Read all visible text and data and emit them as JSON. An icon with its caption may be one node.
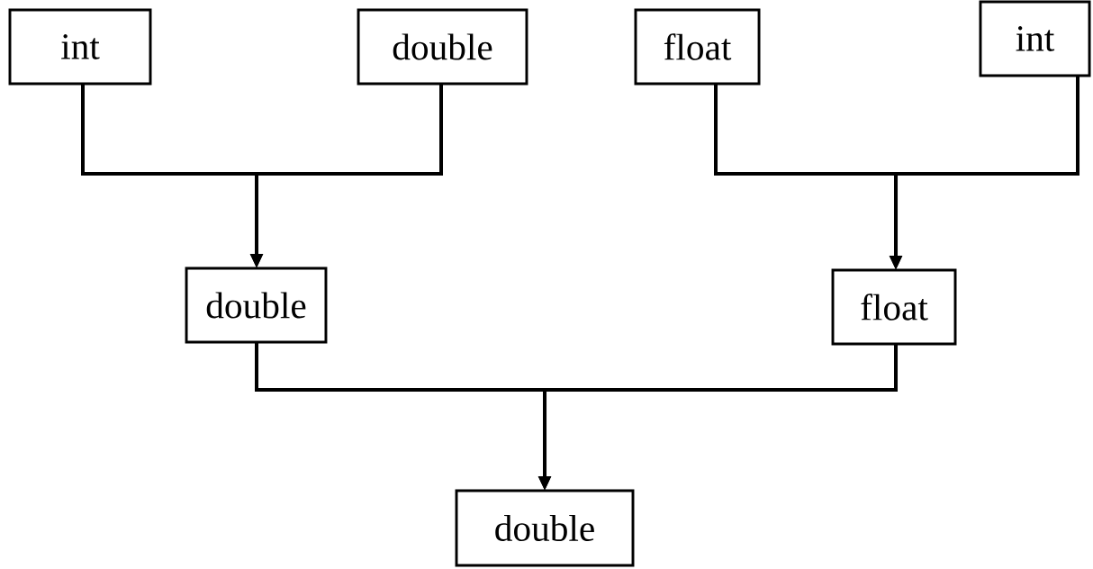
{
  "diagram": {
    "nodes": [
      {
        "text": [
          "int"
        ]
      },
      {
        "text": [
          "double"
        ]
      },
      {
        "text": [
          "float"
        ]
      },
      {
        "text": [
          "int"
        ]
      },
      {
        "text": [
          "double"
        ]
      },
      {
        "text": [
          "float"
        ]
      },
      {
        "text": [
          "double"
        ]
      }
    ],
    "edges": [
      {
        "from": 0,
        "to": 4,
        "arrow": "to"
      },
      {
        "from": 1,
        "to": 4,
        "arrow": "to"
      },
      {
        "from": 2,
        "to": 5,
        "arrow": "to"
      },
      {
        "from": 3,
        "to": 5,
        "arrow": "to"
      },
      {
        "from": 4,
        "to": 6,
        "arrow": "to"
      },
      {
        "from": 5,
        "to": 6,
        "arrow": "to"
      }
    ]
  }
}
